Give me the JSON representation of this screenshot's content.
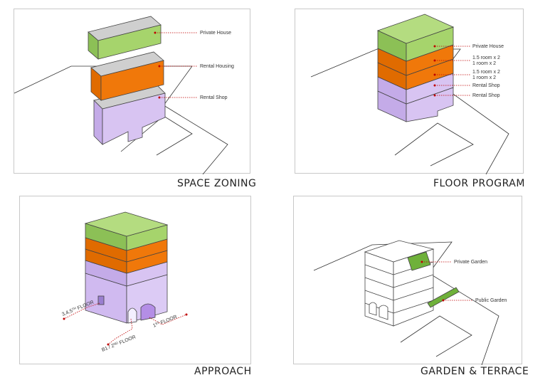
{
  "panels": [
    {
      "id": "space-zoning",
      "title": "SPACE ZONING",
      "labels": {
        "top": "Private House",
        "middle": "Rental Housing",
        "bottom": "Rental Shop"
      }
    },
    {
      "id": "floor-program",
      "title": "FLOOR PROGRAM",
      "labels": {
        "l1": "Private House",
        "l2a": "1.5 room x 2",
        "l2b": "1 room x 2",
        "l3a": "1.5 room x 2",
        "l3b": "1 room x 2",
        "l4": "Rental Shop",
        "l5": "Rental Shop"
      }
    },
    {
      "id": "approach",
      "title": "APPROACH",
      "labels": {
        "left_main": "3,4,5",
        "left_sup": "TH",
        "left_tail": " FLOOR",
        "bottom_main": "B1 / 2",
        "bottom_sup": "ND",
        "bottom_tail": " FLOOR",
        "right_main": "1",
        "right_sup": "ST",
        "right_tail": " FLOOR"
      }
    },
    {
      "id": "garden-terrace",
      "title": "GARDEN & TERRACE",
      "labels": {
        "private": "Private Garden",
        "public": "Public Garden"
      }
    }
  ],
  "colors": {
    "green": "#9ccc62",
    "green_dark": "#6fa53a",
    "orange": "#f0780a",
    "orange_dark": "#c85a00",
    "purple": "#cdb4ee",
    "purple_dark": "#a88fd0",
    "gray_top": "#cfcfcf",
    "leader": "#c00000"
  }
}
